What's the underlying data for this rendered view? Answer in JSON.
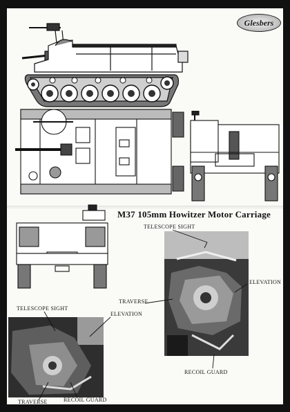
{
  "logo": {
    "text": "Glesbers"
  },
  "title": "M37  105mm  Howitzer Motor Carriage",
  "labels": {
    "telescope_sight_top": "TELESCOPE SIGHT",
    "elevation_right": "ELEVATION",
    "traverse_mid": "TRAVERSE",
    "recoil_guard_right": "RECOIL GUARD",
    "telescope_sight_left": "TELESCOPE SIGHT",
    "elevation_left": "ELEVATION",
    "traverse_bottom": "TRAVERSE",
    "recoil_guard_bottom": "RECOIL GUARD"
  },
  "colors": {
    "paper": "#fafaf7",
    "ink": "#111111",
    "background": "#111111"
  }
}
